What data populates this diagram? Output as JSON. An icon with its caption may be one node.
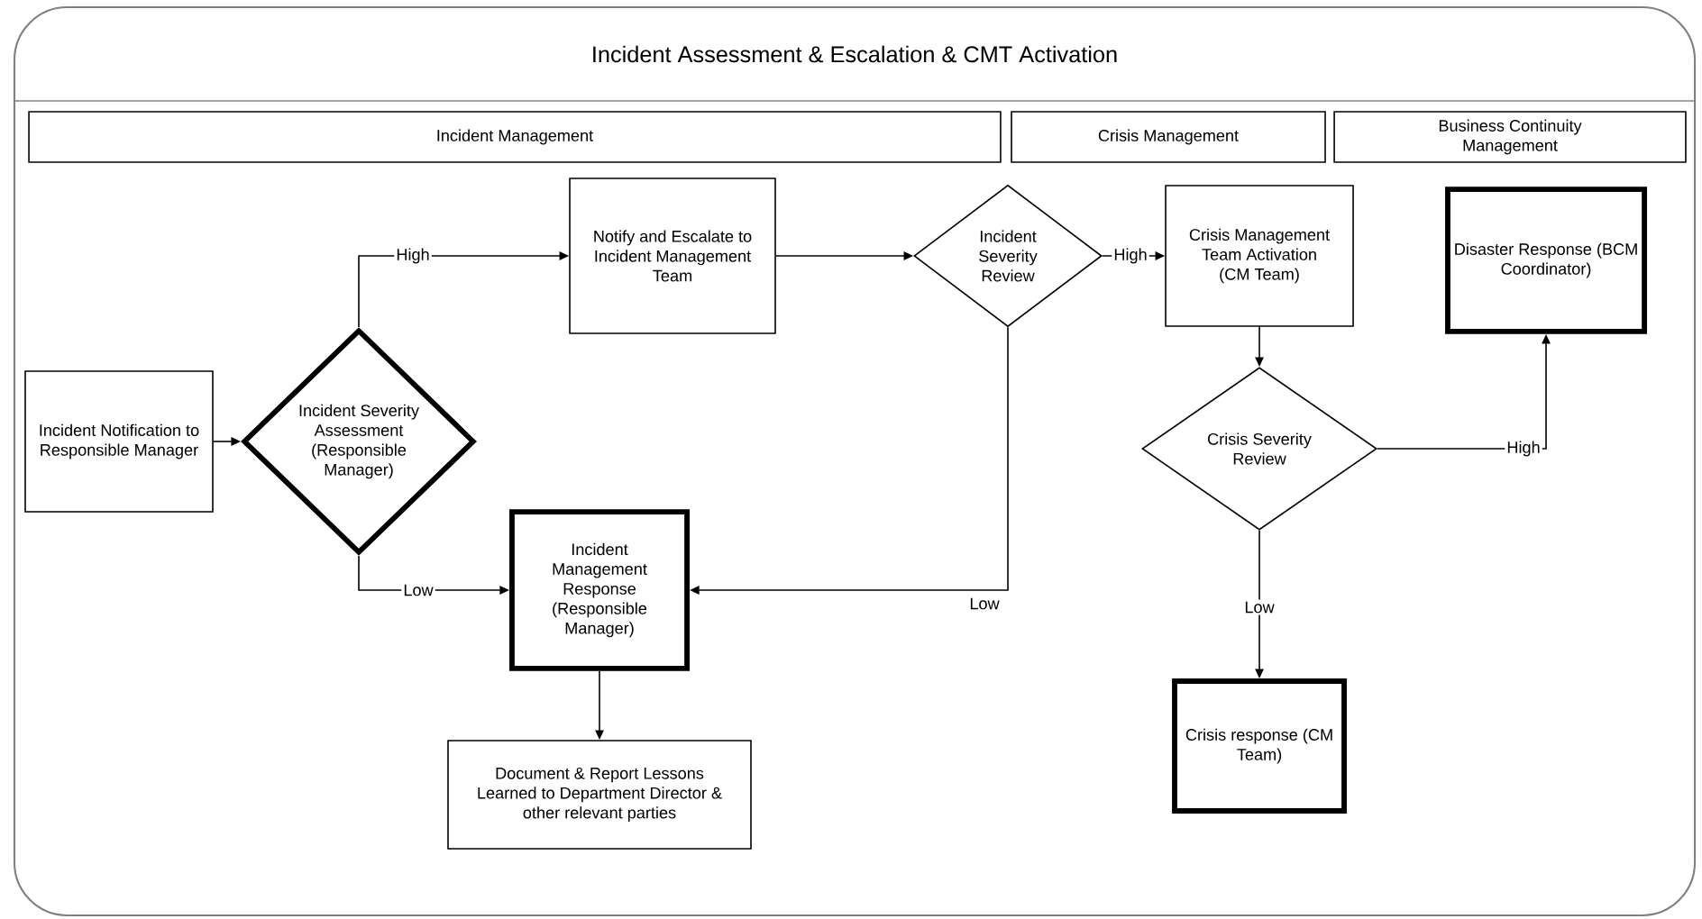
{
  "diagram": {
    "title": "Incident Assessment & Escalation & CMT Activation",
    "nodes": [
      {
        "text": [
          "Incident Management"
        ]
      },
      {
        "text": [
          "Crisis Management"
        ]
      },
      {
        "text": [
          "Business Continuity Management"
        ]
      },
      {
        "text": [
          "Incident Notification to Responsible Manager"
        ]
      },
      {
        "text": [
          "Incident Severity Assessment (Responsible Manager)"
        ]
      },
      {
        "text": [
          "Notify and Escalate to Incident Management Team"
        ]
      },
      {
        "text": [
          "Incident Severity Review"
        ]
      },
      {
        "text": [
          "Crisis Management Team Activation (CM Team)"
        ]
      },
      {
        "text": [
          "Crisis Severity Review"
        ]
      },
      {
        "text": [
          "Disaster Response (BCM Coordinator)"
        ]
      },
      {
        "text": [
          "Incident Management Response (Responsible Manager)"
        ]
      },
      {
        "text": [
          "Document & Report Lessons Learned to Department Director & other relevant parties"
        ]
      },
      {
        "text": [
          "Crisis response (CM Team)"
        ]
      }
    ],
    "edges": [
      {
        "from": 3,
        "to": 4,
        "arrow": "to"
      },
      {
        "from": 4,
        "to": 5,
        "arrow": "to",
        "label": "High"
      },
      {
        "from": 4,
        "to": 10,
        "arrow": "to",
        "label": "Low"
      },
      {
        "from": 5,
        "to": 6,
        "arrow": "to"
      },
      {
        "from": 6,
        "to": 7,
        "arrow": "to",
        "label": "High"
      },
      {
        "from": 6,
        "to": 10,
        "arrow": "to",
        "label": "Low"
      },
      {
        "from": 7,
        "to": 8,
        "arrow": "to"
      },
      {
        "from": 8,
        "to": 9,
        "arrow": "to",
        "label": "High"
      },
      {
        "from": 8,
        "to": 12,
        "arrow": "to",
        "label": "Low"
      },
      {
        "from": 10,
        "to": 11,
        "arrow": "to"
      }
    ]
  }
}
